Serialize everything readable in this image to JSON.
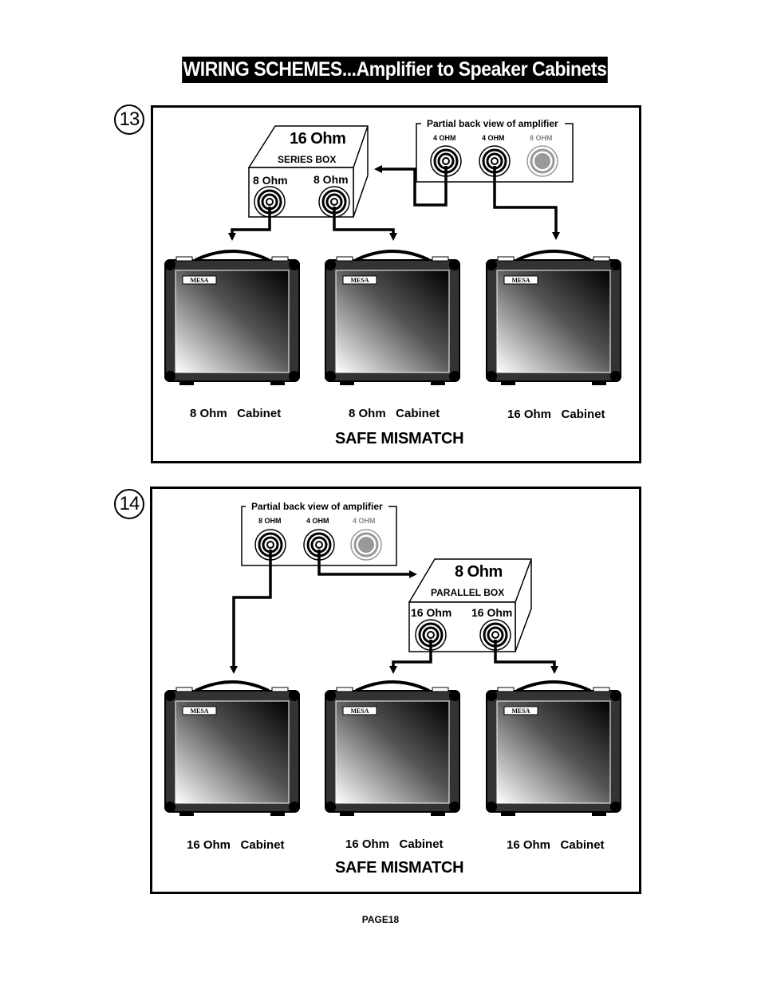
{
  "page_title": "WIRING SCHEMES...Amplifier to Speaker Cabinets",
  "page_number": "PAGE18",
  "diagram13": {
    "number": "13",
    "amp_caption": "Partial back view of amplifier",
    "amp_jacks": [
      "4 OHM",
      "4 OHM",
      "8 OHM"
    ],
    "box_ohm": "16 Ohm",
    "box_type": "SERIES BOX",
    "box_jacks": [
      "8 Ohm",
      "8 Ohm"
    ],
    "cabinets": [
      "8 Ohm   Cabinet",
      "8 Ohm   Cabinet",
      "16 Ohm   Cabinet"
    ],
    "verdict": "SAFE MISMATCH"
  },
  "diagram14": {
    "number": "14",
    "amp_caption": "Partial back view of amplifier",
    "amp_jacks": [
      "8 OHM",
      "4 OHM",
      "4 OHM"
    ],
    "box_ohm": "8 Ohm",
    "box_type": "PARALLEL BOX",
    "box_jacks": [
      "16 Ohm",
      "16 Ohm"
    ],
    "cabinets": [
      "16 Ohm   Cabinet",
      "16 Ohm   Cabinet",
      "16 Ohm   Cabinet"
    ],
    "verdict": "SAFE MISMATCH"
  },
  "cabinet_logo": "MESA"
}
